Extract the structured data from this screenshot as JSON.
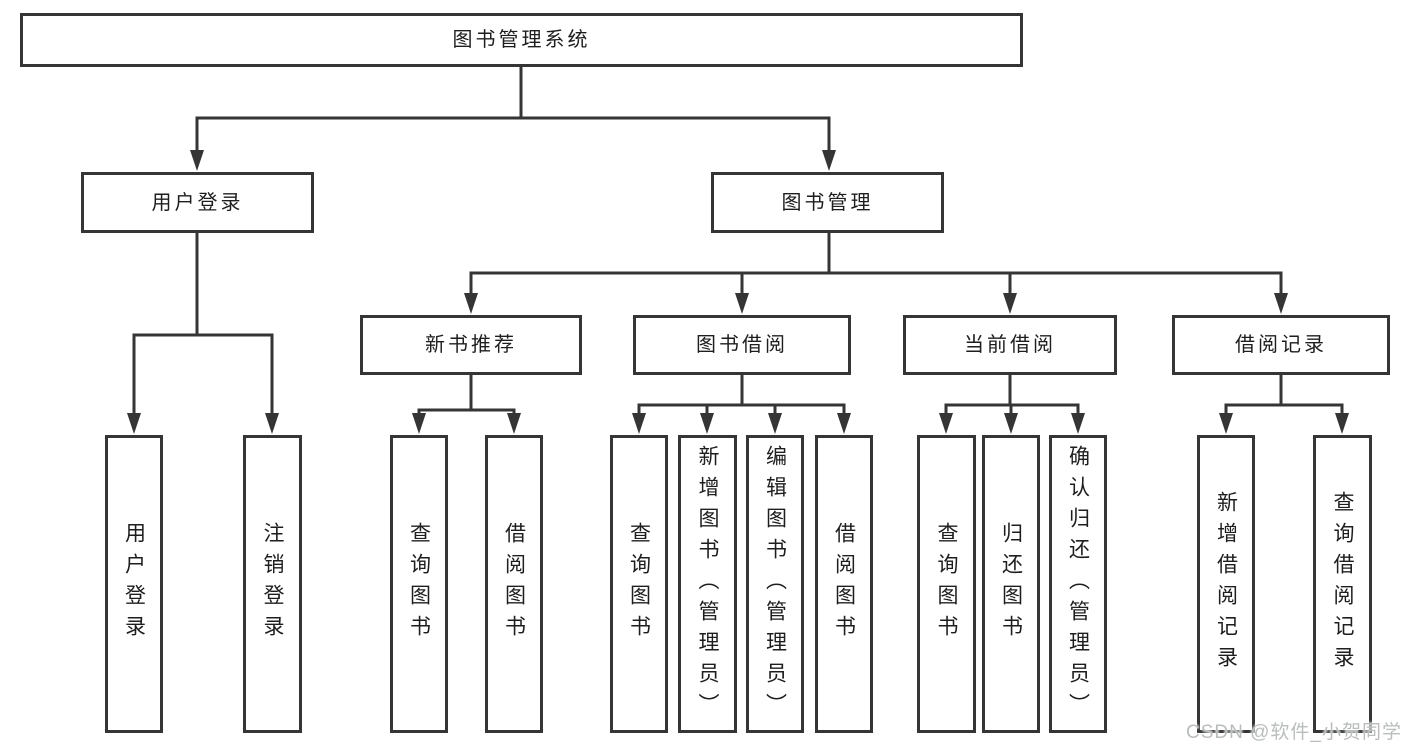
{
  "diagram": {
    "root": {
      "label": "图书管理系统"
    },
    "branches": [
      {
        "label": "用户登录",
        "children": [
          {
            "label": "用户登录"
          },
          {
            "label": "注销登录"
          }
        ]
      },
      {
        "label": "图书管理",
        "children": [
          {
            "label": "新书推荐",
            "children": [
              {
                "label": "查询图书"
              },
              {
                "label": "借阅图书"
              }
            ]
          },
          {
            "label": "图书借阅",
            "children": [
              {
                "label": "查询图书"
              },
              {
                "label": "新增图书（管理员）"
              },
              {
                "label": "编辑图书（管理员）"
              },
              {
                "label": "借阅图书"
              }
            ]
          },
          {
            "label": "当前借阅",
            "children": [
              {
                "label": "查询图书"
              },
              {
                "label": "归还图书"
              },
              {
                "label": "确认归还（管理员）"
              }
            ]
          },
          {
            "label": "借阅记录",
            "children": [
              {
                "label": "新增借阅记录"
              },
              {
                "label": "查询借阅记录"
              }
            ]
          }
        ]
      }
    ]
  },
  "line_color": "#353535",
  "watermark": {
    "text": "CSDN @软件_小贺同学"
  }
}
